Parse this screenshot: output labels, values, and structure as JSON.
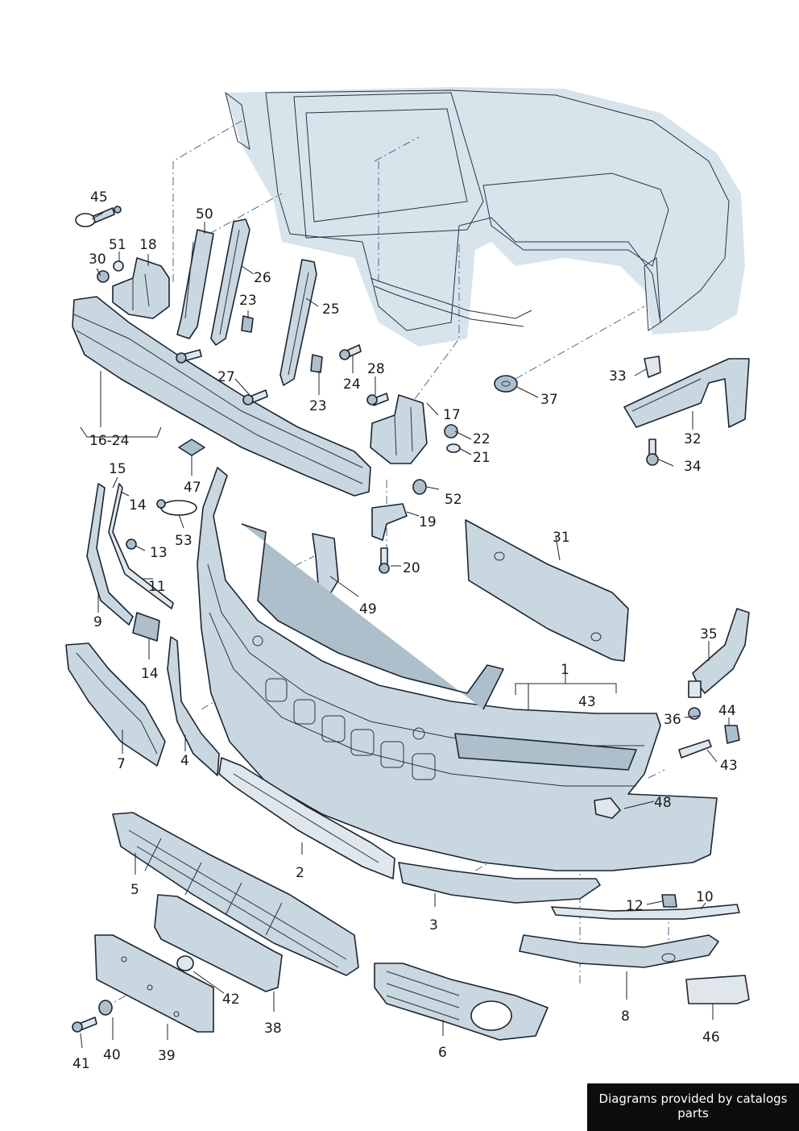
{
  "labels": {
    "l1": "1",
    "l2": "2",
    "l3": "3",
    "l4": "4",
    "l5": "5",
    "l6": "6",
    "l7": "7",
    "l8": "8",
    "l9": "9",
    "l10": "10",
    "l11": "11",
    "l12": "12",
    "l13": "13",
    "l14a": "14",
    "l14b": "14",
    "l15": "15",
    "l16_24": "16-24",
    "l17": "17",
    "l18": "18",
    "l19": "19",
    "l20": "20",
    "l21": "21",
    "l22": "22",
    "l23a": "23",
    "l23b": "23",
    "l24": "24",
    "l25": "25",
    "l26": "26",
    "l27": "27",
    "l28": "28",
    "l30": "30",
    "l31": "31",
    "l32": "32",
    "l33": "33",
    "l34": "34",
    "l35": "35",
    "l36": "36",
    "l37": "37",
    "l38": "38",
    "l39": "39",
    "l40": "40",
    "l41": "41",
    "l42": "42",
    "l43a": "43",
    "l43b": "43",
    "l44": "44",
    "l45": "45",
    "l46": "46",
    "l47": "47",
    "l48": "48",
    "l49": "49",
    "l50": "50",
    "l51": "51",
    "l52": "52",
    "l53": "53"
  },
  "credit": "Diagrams provided by catalogs parts",
  "colors": {
    "part_fill": "#c9d7e0",
    "part_shade": "#aebfcc",
    "outline": "#1c2430",
    "credit_bg": "#0d0d0d"
  }
}
